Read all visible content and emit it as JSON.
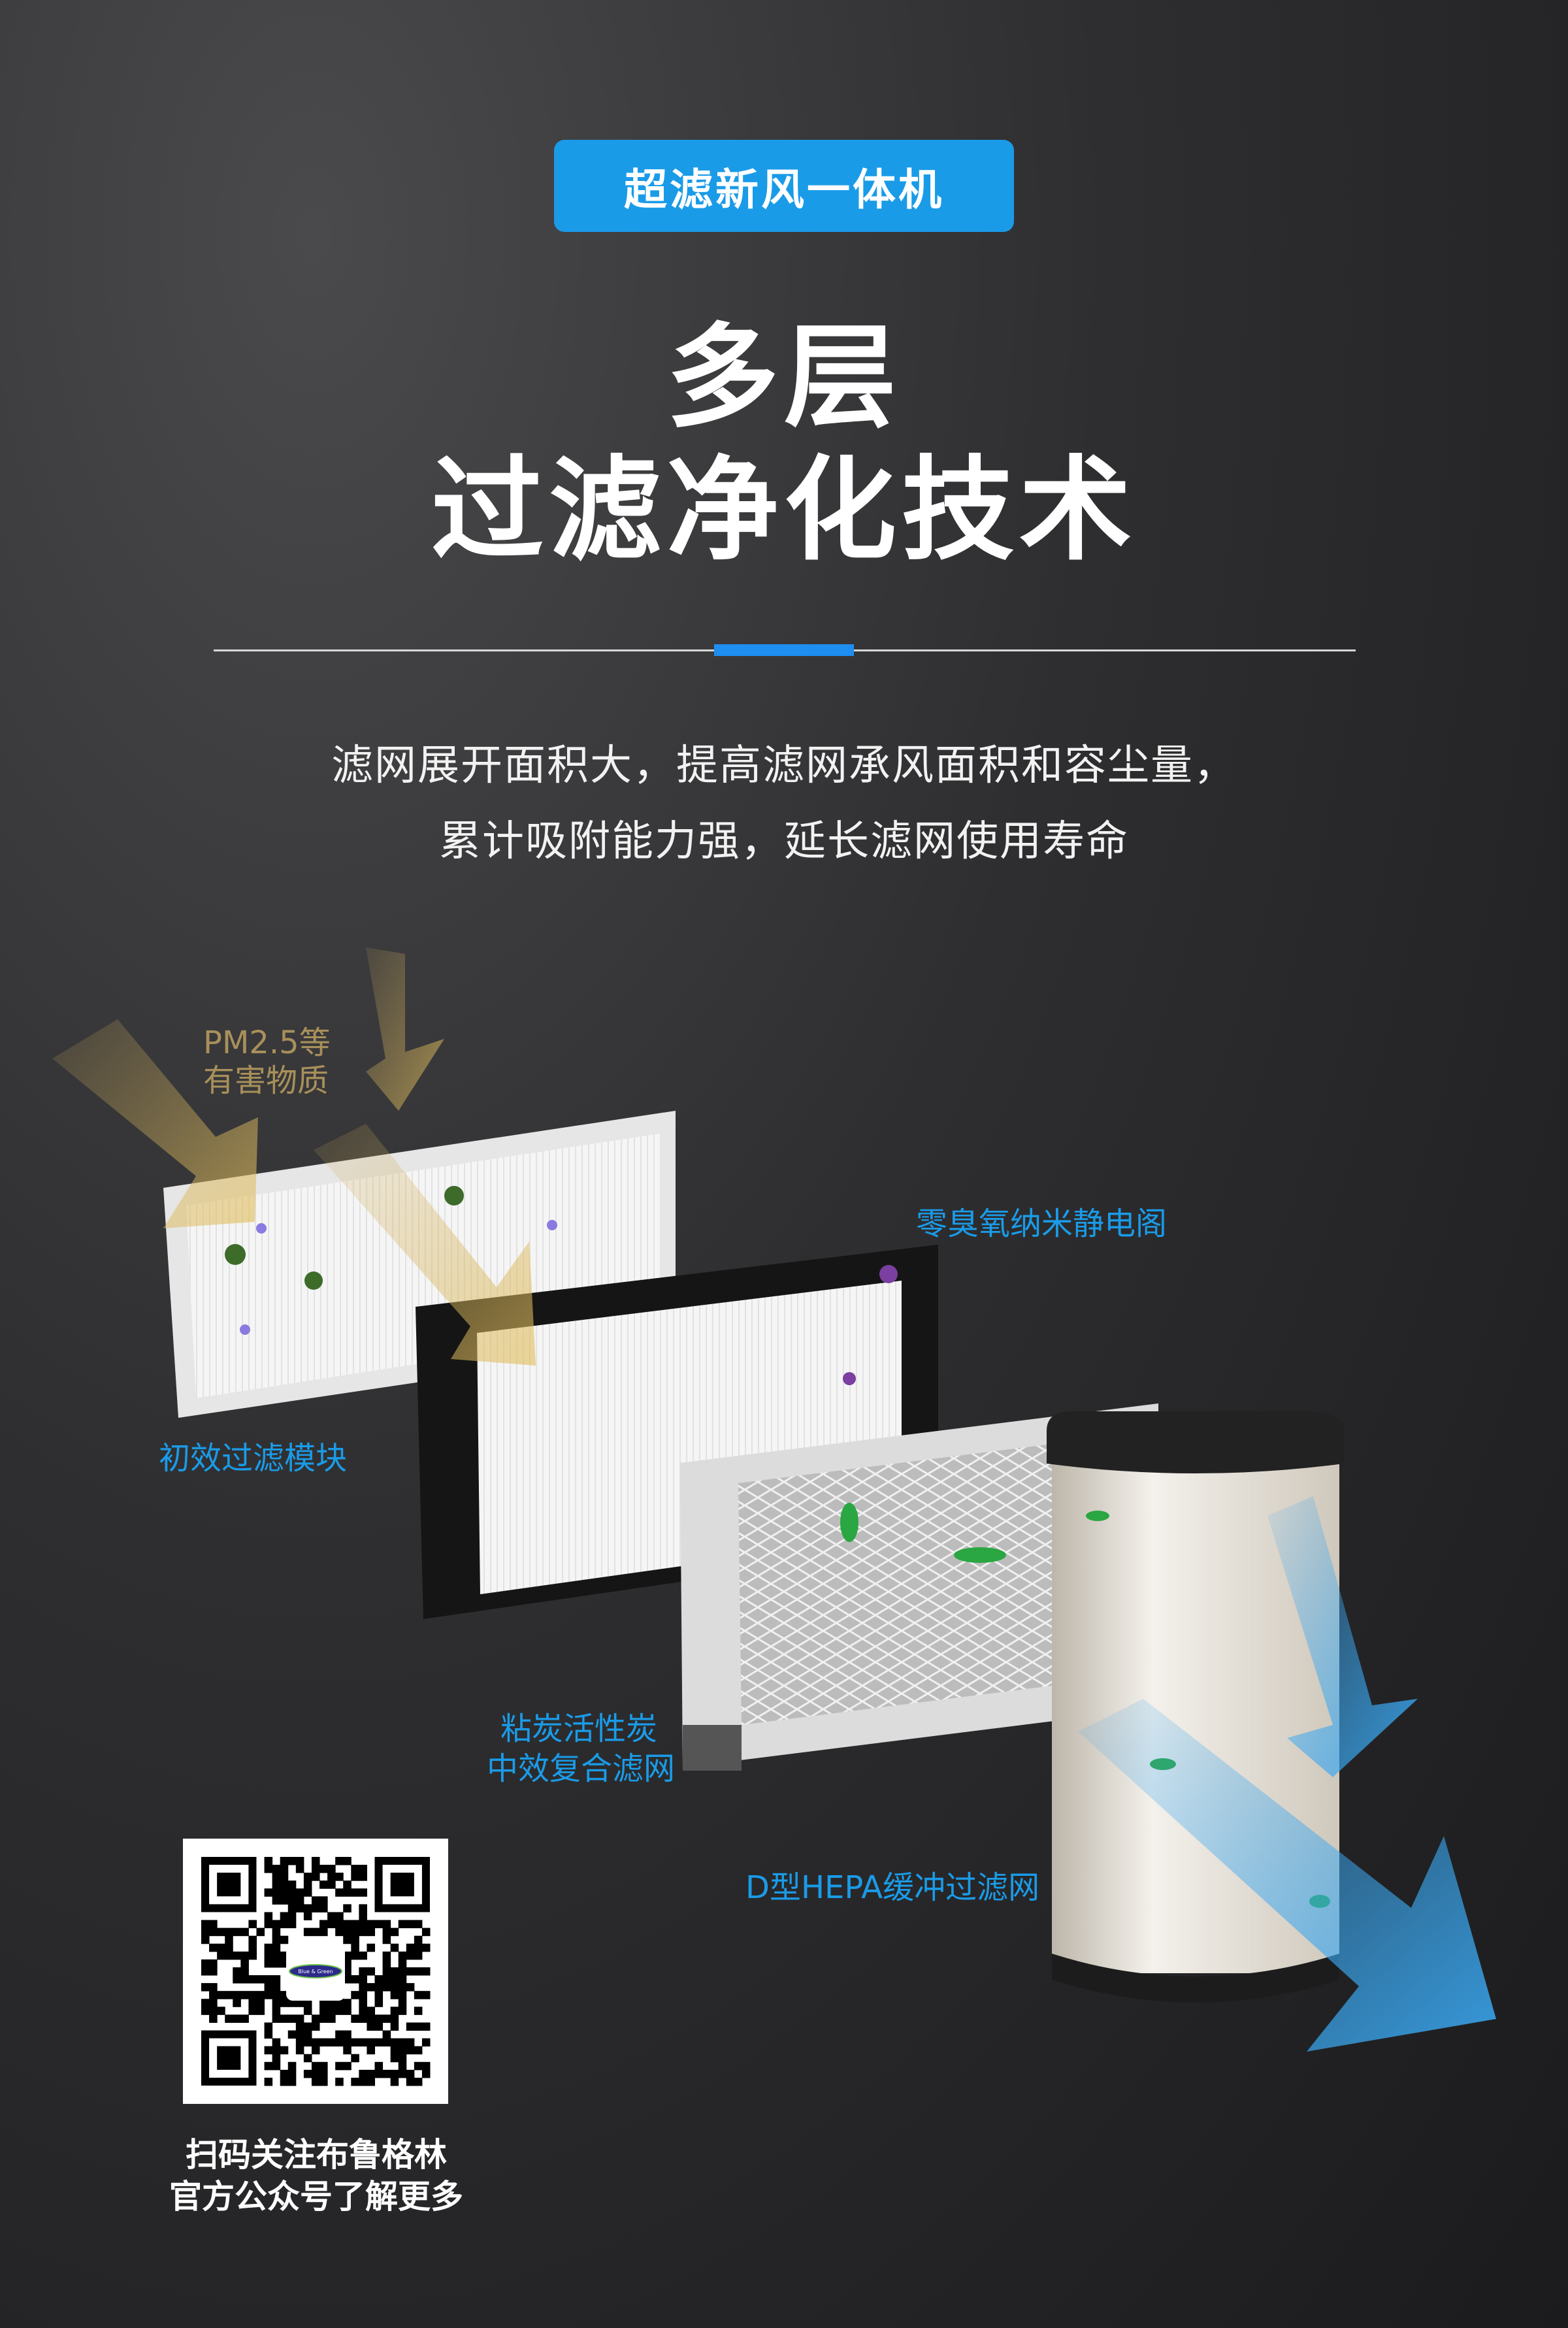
{
  "badge": {
    "label": "超滤新风一体机",
    "color": "#1a9be8"
  },
  "title": {
    "line1": "多层",
    "line2": "过滤净化技术"
  },
  "divider": {
    "accent_color": "#1e8ef0"
  },
  "description": {
    "line1": "滤网展开面积大，提高滤网承风面积和容尘量，",
    "line2": "累计吸附能力强，延长滤网使用寿命"
  },
  "illustration": {
    "pollutant_label": {
      "line1": "PM2.5等",
      "line2": "有害物质",
      "color": "#a8905a"
    },
    "filter_labels": {
      "primary": "初效过滤模块",
      "electrostatic": "零臭氧纳米静电阁",
      "carbon_line1": "粘炭活性炭",
      "carbon_line2": "中效复合滤网",
      "hepa": "D型HEPA缓冲过滤网"
    },
    "label_color": "#1a9be8"
  },
  "qr": {
    "logo_text": "Blue & Green",
    "caption_line1": "扫码关注布鲁格林",
    "caption_line2": "官方公众号了解更多"
  }
}
